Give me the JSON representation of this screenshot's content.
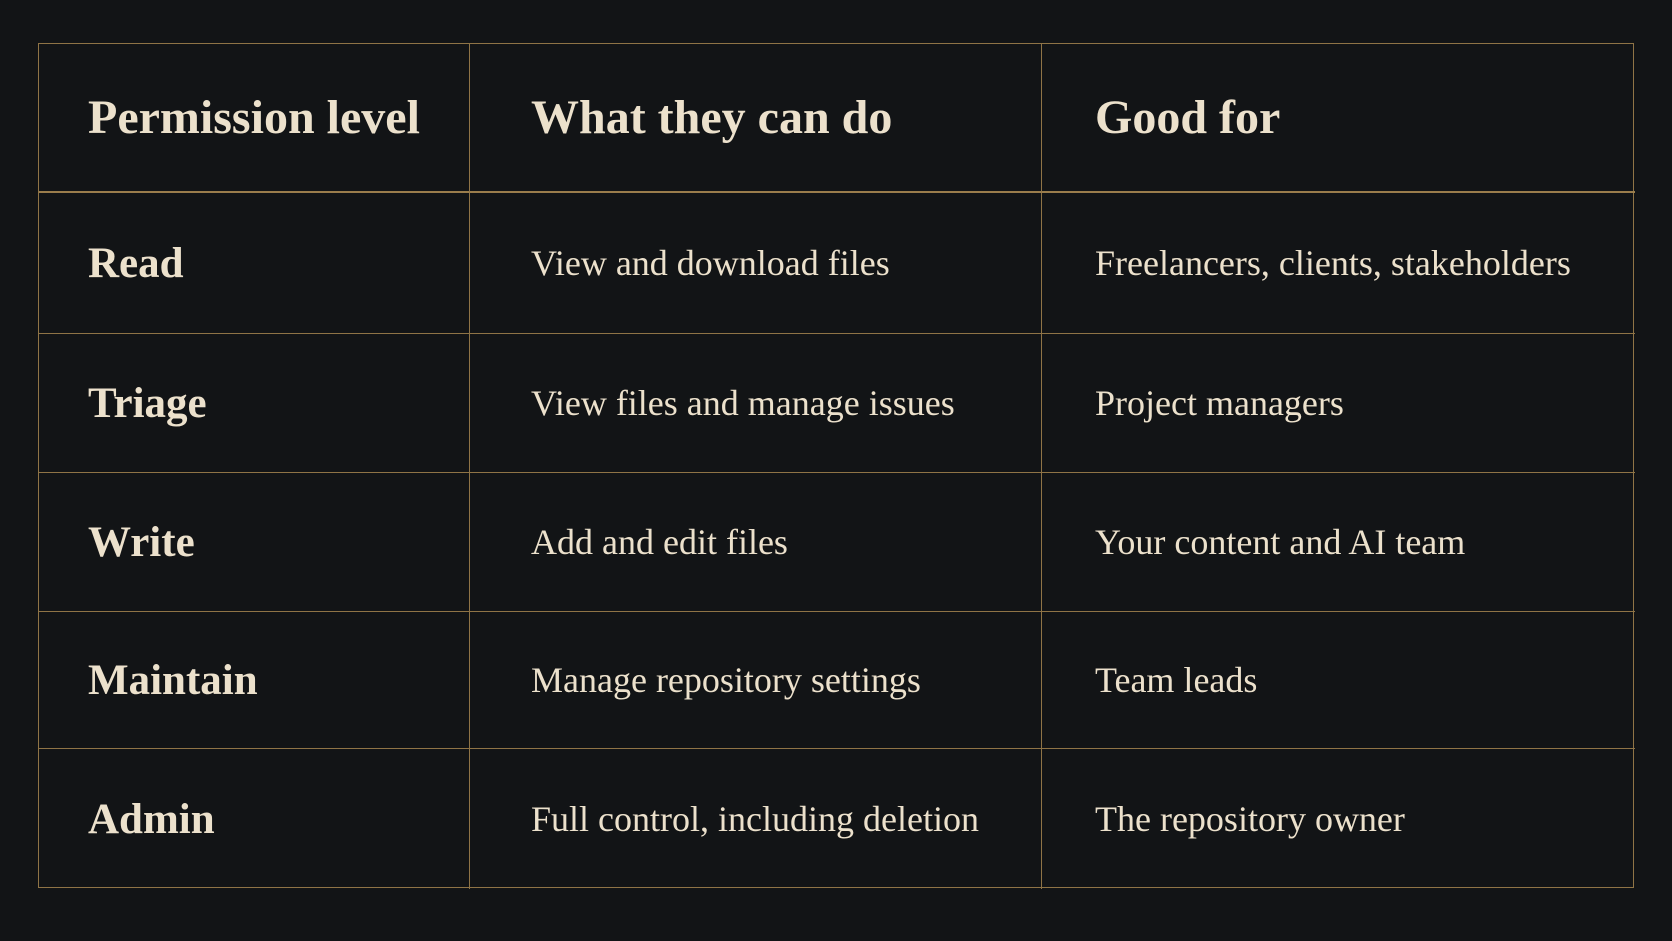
{
  "table": {
    "headers": [
      "Permission level",
      "What they can do",
      "Good for"
    ],
    "rows": [
      {
        "level": "Read",
        "can_do": "View and download files",
        "good_for": "Freelancers, clients, stakeholders"
      },
      {
        "level": "Triage",
        "can_do": "View files and manage issues",
        "good_for": "Project managers"
      },
      {
        "level": "Write",
        "can_do": "Add and edit files",
        "good_for": "Your content and AI team"
      },
      {
        "level": "Maintain",
        "can_do": "Manage repository settings",
        "good_for": "Team leads"
      },
      {
        "level": "Admin",
        "can_do": "Full control, including deletion",
        "good_for": "The repository owner"
      }
    ]
  },
  "colors": {
    "background": "#121416",
    "border": "#8f7446",
    "text": "#ece1cc"
  }
}
